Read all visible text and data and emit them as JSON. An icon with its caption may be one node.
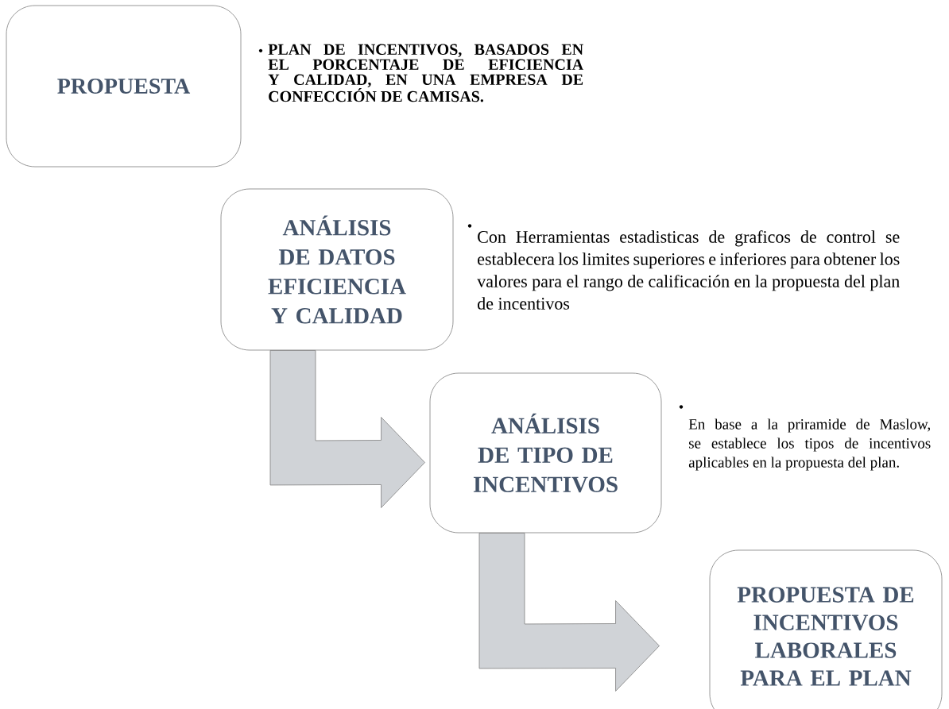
{
  "diagram": {
    "nodes": [
      {
        "text": [
          "PROPUESTA"
        ],
        "beside": [
          "PLAN DE INCENTIVOS, BASADOS EN EL PORCENTAJE DE EFICIENCIA Y CALIDAD, EN UNA EMPRESA DE CONFECCIÓN DE CAMISAS."
        ]
      },
      {
        "text": [
          "ANÁLISIS DE DATOS EFICIENCIA Y CALIDAD"
        ],
        "beside": [
          "Con Herramientas estadisticas de graficos de control se establecera los limites superiores e inferiores para obtener los valores para el rango de calificación en la propuesta del plan de incentivos"
        ]
      },
      {
        "text": [
          "ANÁLISIS DE TIPO DE INCENTIVOS"
        ],
        "beside": [
          "En base a la priramide de Maslow, se establece los tipos de incentivos aplicables en la propuesta del plan."
        ]
      },
      {
        "text": [
          "PROPUESTA DE INCENTIVOS LABORALES PARA EL PLAN"
        ]
      }
    ],
    "edges": [
      {
        "from": 1,
        "to": 2,
        "arrow": "to"
      },
      {
        "from": 2,
        "to": 3,
        "arrow": "to"
      }
    ]
  }
}
